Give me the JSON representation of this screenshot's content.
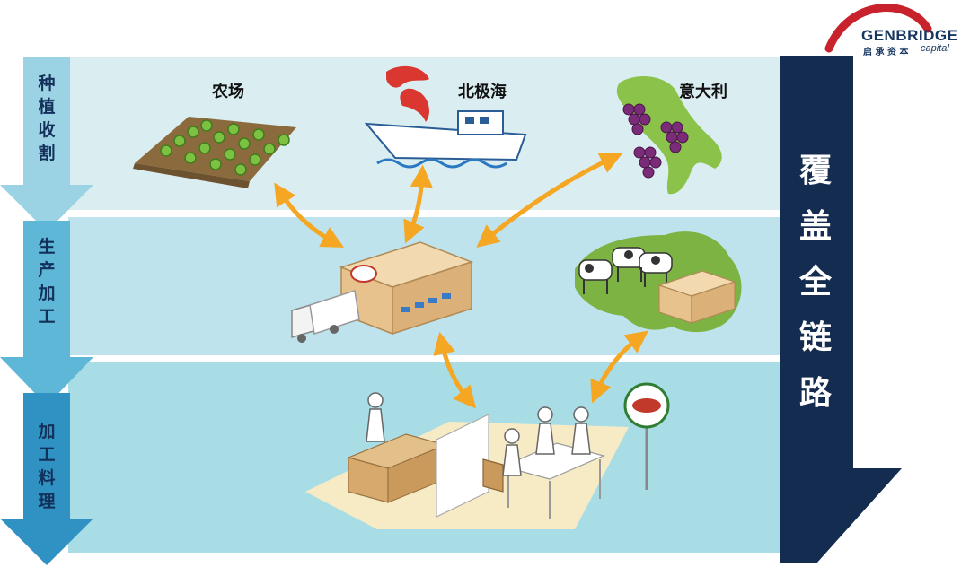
{
  "logo": {
    "name": "GENBRIDGE",
    "sub_cn": "启 承 资 本",
    "sub_en": "capital",
    "colors": {
      "arc": "#c8232c",
      "text": "#16365f"
    }
  },
  "stages": [
    {
      "label": "种植收割"
    },
    {
      "label": "生产加工"
    },
    {
      "label": "加工料理"
    }
  ],
  "places": {
    "farm": "农场",
    "arctic": "北极海",
    "italy": "意大利"
  },
  "coverage": {
    "label": "覆盖全链路"
  },
  "colors": {
    "band_top": "#daeef2",
    "band_mid": "#bfe3ec",
    "band_bottom": "#a8dde6",
    "stage_arrow": "#3d9fc7",
    "coverage_arrow": "#142c4f",
    "connector": "#f5a623"
  }
}
